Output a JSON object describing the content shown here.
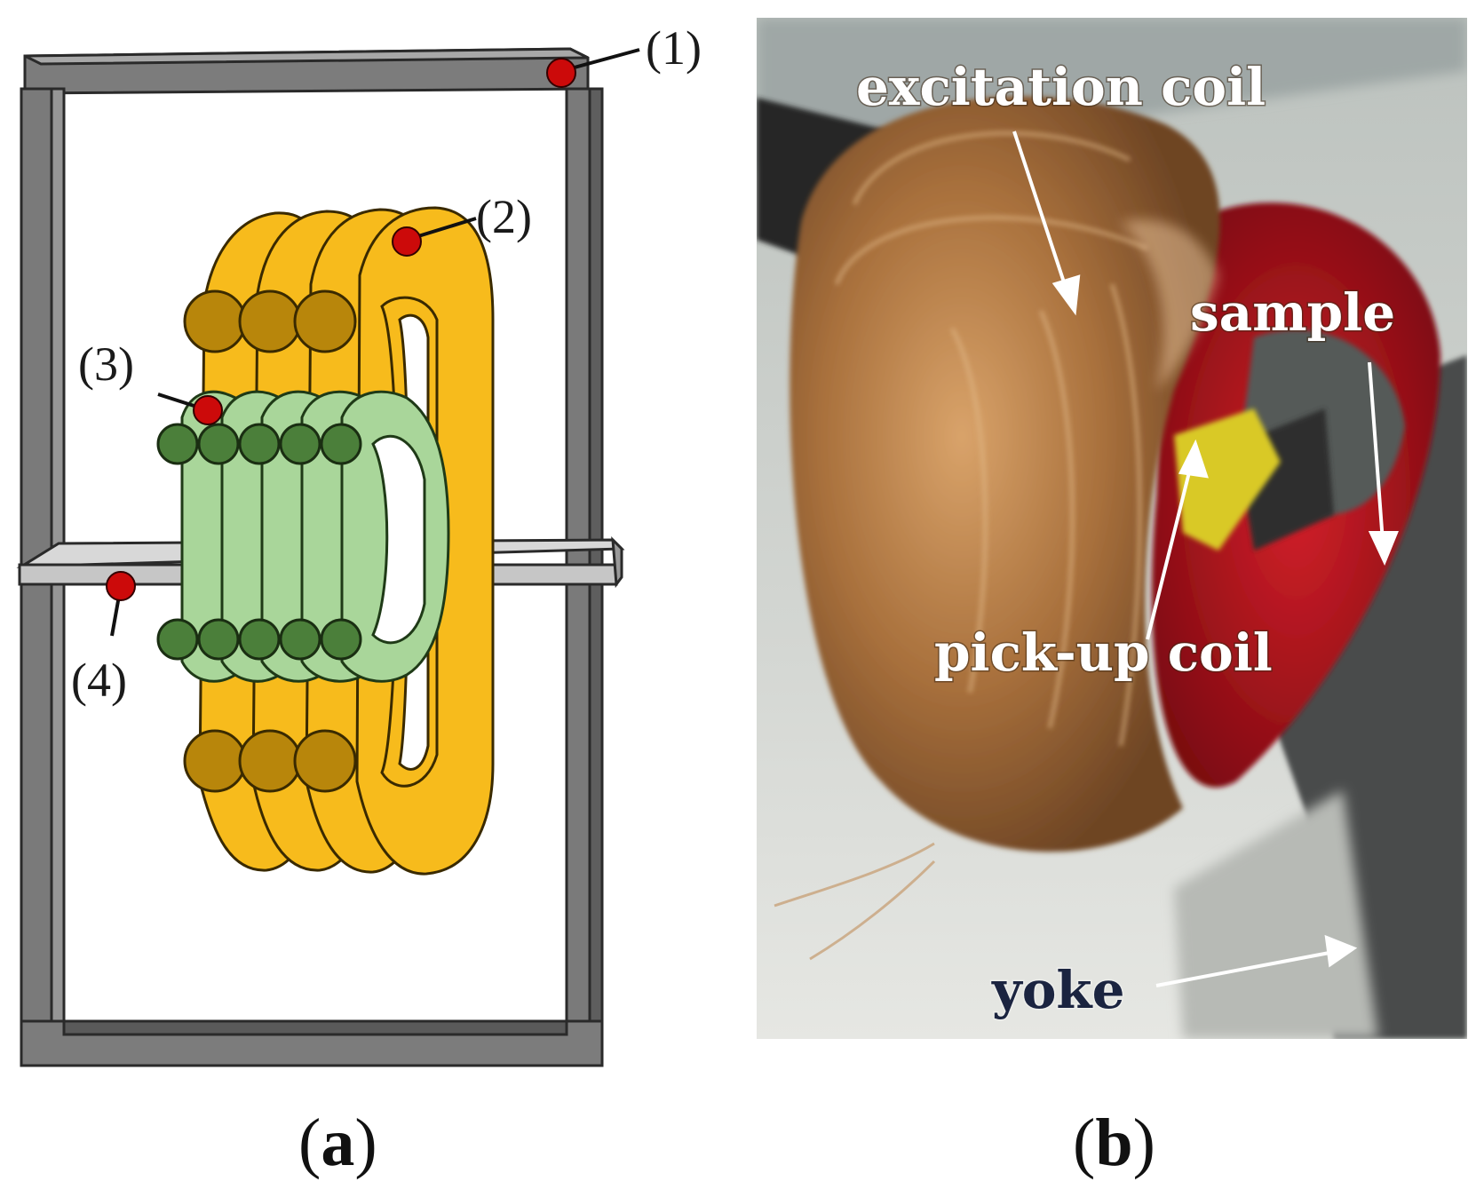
{
  "panel_a": {
    "callouts": [
      {
        "id": "1",
        "text": "(1)"
      },
      {
        "id": "2",
        "text": "(2)"
      },
      {
        "id": "3",
        "text": "(3)"
      },
      {
        "id": "4",
        "text": "(4)"
      }
    ],
    "caption_open": "(",
    "caption_letter": "a",
    "caption_close": ")"
  },
  "panel_b": {
    "labels": {
      "excitation_coil": "excitation coil",
      "sample": "sample",
      "pick_up_coil": "pick-up coil",
      "yoke": "yoke"
    },
    "caption_open": "(",
    "caption_letter": "b",
    "caption_close": ")"
  },
  "colors": {
    "frame": "#7c7c7c",
    "excitation_coil": "#f7bb1c",
    "excitation_coil_section": "#b8860b",
    "pickup_coil": "#a9d69a",
    "pickup_coil_section": "#4b7f3a",
    "marker": "#cc0a0a",
    "coil_photo_copper": "#b07a45",
    "sample_red": "#b0101a"
  }
}
